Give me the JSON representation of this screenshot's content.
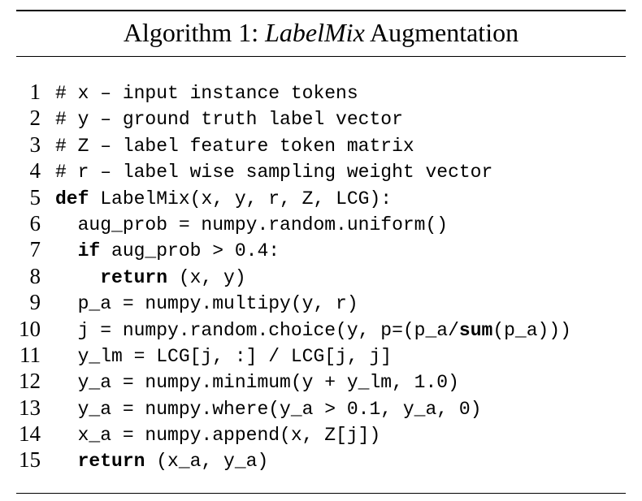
{
  "algorithm": {
    "title_prefix": "Algorithm 1: ",
    "title_name": "LabelMix",
    "title_suffix": " Augmentation",
    "lines": [
      {
        "num": "1",
        "indent": "",
        "parts": [
          {
            "text": "# x – input instance tokens"
          }
        ]
      },
      {
        "num": "2",
        "indent": "",
        "parts": [
          {
            "text": "# y – ground truth label vector"
          }
        ]
      },
      {
        "num": "3",
        "indent": "",
        "parts": [
          {
            "text": "# Z – label feature token matrix"
          }
        ]
      },
      {
        "num": "4",
        "indent": "",
        "parts": [
          {
            "text": "# r – label wise sampling weight vector"
          }
        ]
      },
      {
        "num": "5",
        "indent": "",
        "parts": [
          {
            "text": "def",
            "kw": true
          },
          {
            "text": " LabelMix(x, y, r, Z, LCG):"
          }
        ]
      },
      {
        "num": "6",
        "indent": "  ",
        "parts": [
          {
            "text": "aug_prob = numpy.random.uniform()"
          }
        ]
      },
      {
        "num": "7",
        "indent": "  ",
        "parts": [
          {
            "text": "if",
            "kw": true
          },
          {
            "text": " aug_prob > 0.4:"
          }
        ]
      },
      {
        "num": "8",
        "indent": "    ",
        "parts": [
          {
            "text": "return",
            "kw": true
          },
          {
            "text": " (x, y)"
          }
        ]
      },
      {
        "num": "9",
        "indent": "  ",
        "parts": [
          {
            "text": "p_a = numpy.multipy(y, r)"
          }
        ]
      },
      {
        "num": "10",
        "indent": "  ",
        "parts": [
          {
            "text": "j = numpy.random.choice(y, p=(p_a/"
          },
          {
            "text": "sum",
            "kw": true
          },
          {
            "text": "(p_a)))"
          }
        ]
      },
      {
        "num": "11",
        "indent": "  ",
        "parts": [
          {
            "text": "y_lm = LCG[j, :] / LCG[j, j]"
          }
        ]
      },
      {
        "num": "12",
        "indent": "  ",
        "parts": [
          {
            "text": "y_a = numpy.minimum(y + y_lm, 1.0)"
          }
        ]
      },
      {
        "num": "13",
        "indent": "  ",
        "parts": [
          {
            "text": "y_a = numpy.where(y_a > 0.1, y_a, 0)"
          }
        ]
      },
      {
        "num": "14",
        "indent": "  ",
        "parts": [
          {
            "text": "x_a = numpy.append(x, Z[j])"
          }
        ]
      },
      {
        "num": "15",
        "indent": "  ",
        "parts": [
          {
            "text": "return",
            "kw": true
          },
          {
            "text": " (x_a, y_a)"
          }
        ]
      }
    ]
  }
}
